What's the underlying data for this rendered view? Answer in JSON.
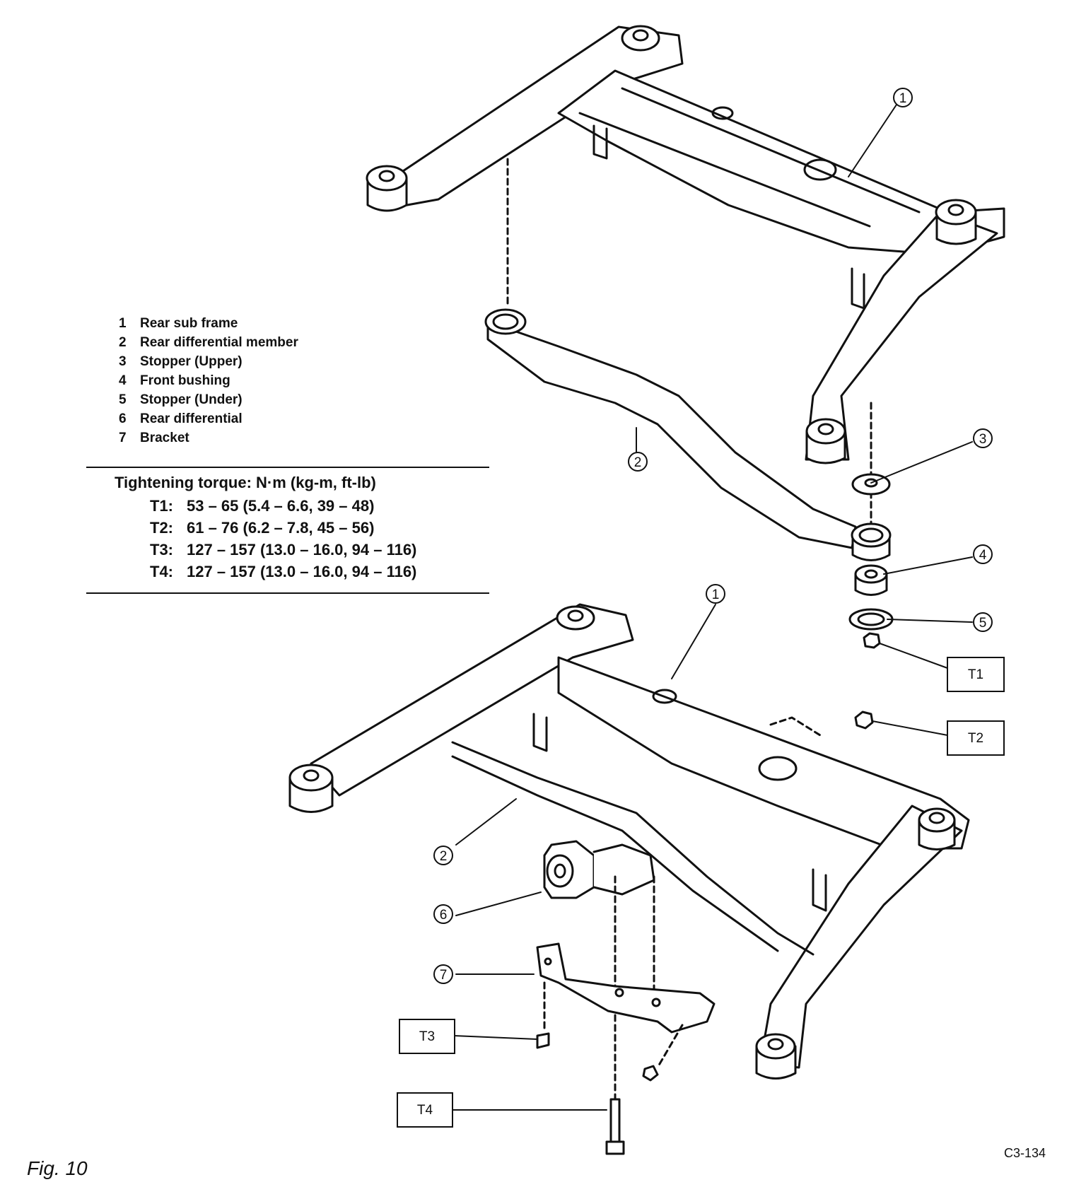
{
  "legend": [
    {
      "num": "1",
      "label": "Rear sub frame"
    },
    {
      "num": "2",
      "label": "Rear differential member"
    },
    {
      "num": "3",
      "label": "Stopper (Upper)"
    },
    {
      "num": "4",
      "label": "Front bushing"
    },
    {
      "num": "5",
      "label": "Stopper (Under)"
    },
    {
      "num": "6",
      "label": "Rear differential"
    },
    {
      "num": "7",
      "label": "Bracket"
    }
  ],
  "torque": {
    "title": "Tightening torque:  N·m (kg-m, ft-lb)",
    "rows": [
      {
        "label": "T1:",
        "value": "53 – 65 (5.4 – 6.6, 39 – 48)"
      },
      {
        "label": "T2:",
        "value": "61 – 76 (6.2 – 7.8, 45 – 56)"
      },
      {
        "label": "T3:",
        "value": "127 – 157 (13.0 – 16.0, 94 – 116)"
      },
      {
        "label": "T4:",
        "value": "127 – 157 (13.0 – 16.0, 94 – 116)"
      }
    ]
  },
  "callouts": {
    "c1_top": "1",
    "c2_top": "2",
    "c3": "3",
    "c4": "4",
    "c5": "5",
    "c1_bottom": "1",
    "c2_bottom": "2",
    "c6": "6",
    "c7": "7"
  },
  "torque_boxes": {
    "t1": "T1",
    "t2": "T2",
    "t3": "T3",
    "t4": "T4"
  },
  "figure_label": "Fig.  10",
  "figure_code": "C3-134"
}
